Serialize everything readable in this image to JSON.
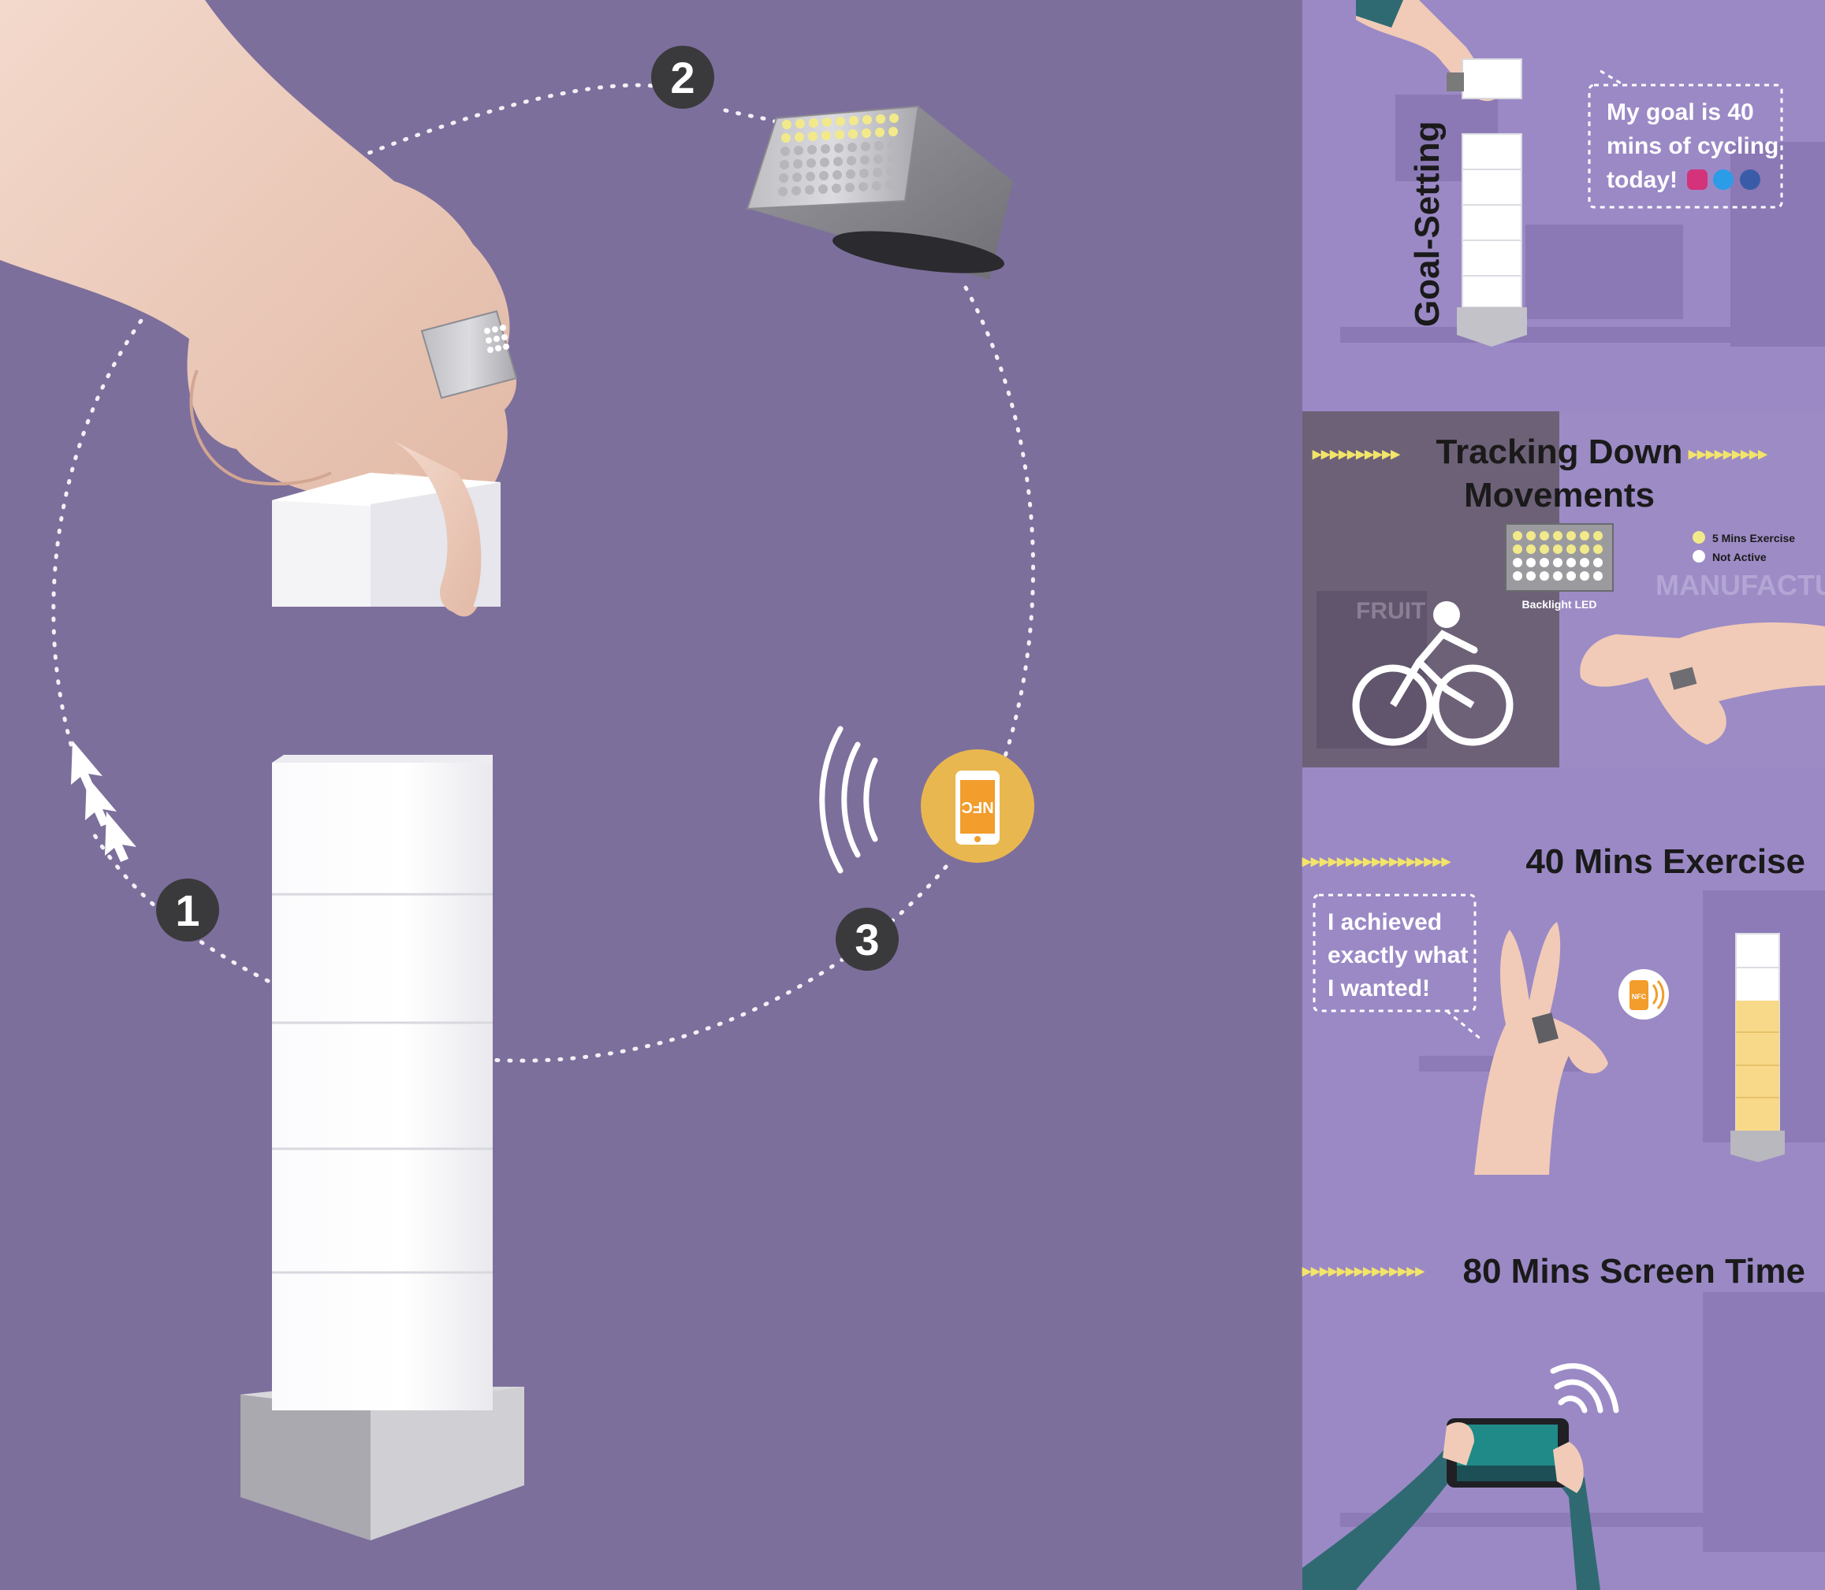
{
  "steps": [
    "1",
    "2",
    "3"
  ],
  "nfc_label": "NFC",
  "panels": {
    "goal": {
      "title": "Goal-Setting",
      "bubble_lines": [
        "My goal is 40",
        "mins of cycling",
        "today!"
      ]
    },
    "tracking": {
      "title_lines": [
        "Tracking Down",
        "Movements"
      ],
      "legend": [
        "5 Mins Exercise",
        "Not Active"
      ],
      "backlight_label": "Backlight LED",
      "sign_fruit": "FRUIT",
      "sign_manufacture": "MANUFACTU"
    },
    "exercise": {
      "title": "40 Mins Exercise",
      "bubble_lines": [
        "I achieved",
        "exactly what",
        "I wanted!"
      ],
      "nfc_label": "NFC"
    },
    "screen": {
      "title": "80 Mins Screen Time"
    }
  },
  "colors": {
    "left_bg": "#7d6f9c",
    "right_bg": "#9b89c6",
    "tracking_dark": "#6d6178",
    "led_yellow": "#f2ea8a",
    "nfc_gold": "#e9b74f",
    "arrow_yellow": "#f3e46a",
    "step_badge": "#3a3a3c"
  },
  "icons": [
    "hand-icon",
    "ring-icon",
    "cube-icon",
    "tower-icon",
    "nfc-phone-icon",
    "wifi-waves-icon",
    "instagram-icon",
    "twitter-icon",
    "facebook-icon",
    "cyclist-icon",
    "phone-icon"
  ]
}
